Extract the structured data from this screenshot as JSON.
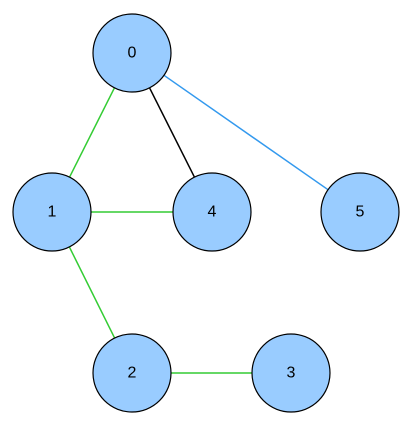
{
  "colors": {
    "node_fill": "#99ccff",
    "node_stroke": "#000000",
    "edge_green": "#33cc33",
    "edge_black": "#000000",
    "edge_blue": "#3399ee"
  },
  "nodes": [
    {
      "id": "0",
      "label": "0"
    },
    {
      "id": "1",
      "label": "1"
    },
    {
      "id": "4",
      "label": "4"
    },
    {
      "id": "5",
      "label": "5"
    },
    {
      "id": "2",
      "label": "2"
    },
    {
      "id": "3",
      "label": "3"
    }
  ],
  "edges": [
    {
      "from": "0",
      "to": "1",
      "color": "#33cc33"
    },
    {
      "from": "0",
      "to": "4",
      "color": "#000000"
    },
    {
      "from": "0",
      "to": "5",
      "color": "#3399ee"
    },
    {
      "from": "1",
      "to": "4",
      "color": "#33cc33"
    },
    {
      "from": "1",
      "to": "2",
      "color": "#33cc33"
    },
    {
      "from": "2",
      "to": "3",
      "color": "#33cc33"
    }
  ]
}
